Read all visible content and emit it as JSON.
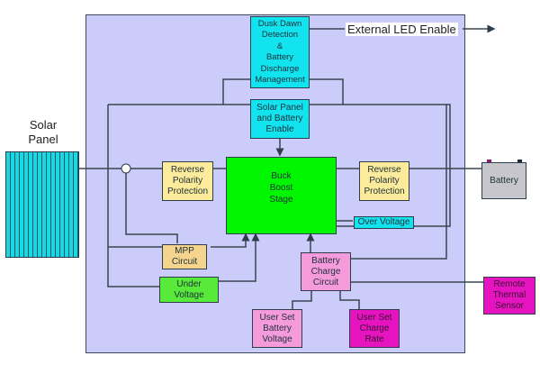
{
  "diagram": {
    "solar_panel": {
      "label": "Solar\nPanel",
      "color": "#18d8e4"
    },
    "external_led": {
      "label": "External LED Enable"
    },
    "blocks": {
      "dusk_dawn": {
        "label": "Dusk Dawn\nDetection\n&\nBattery\nDischarge\nManagement",
        "color": "#11e3ef"
      },
      "solar_enable": {
        "label": "Solar Panel\nand Battery\nEnable",
        "color": "#11e3ef"
      },
      "rpp_left": {
        "label": "Reverse\nPolarity\nProtection",
        "color": "#fbeb9a"
      },
      "buck_boost": {
        "label": "Buck\nBoost\nStage",
        "color": "#00f700"
      },
      "rpp_right": {
        "label": "Reverse\nPolarity\nProtection",
        "color": "#fbeb9a"
      },
      "battery": {
        "label": "Battery",
        "color": "#c6c6cc"
      },
      "over_voltage": {
        "label": "Over Voltage",
        "color": "#11e3ef"
      },
      "mpp": {
        "label": "MPP\nCircuit",
        "color": "#f5d58d"
      },
      "under_voltage": {
        "label": "Under\nVoltage",
        "color": "#58ea3a"
      },
      "charge_circuit": {
        "label": "Battery\nCharge\nCircuit",
        "color": "#f59bdc"
      },
      "user_batt_voltage": {
        "label": "User Set\nBattery\nVoltage",
        "color": "#f59bdc"
      },
      "user_charge_rate": {
        "label": "User Set\nCharge\nRate",
        "color": "#e613c0"
      },
      "thermal": {
        "label": "Remote\nThermal\nSensor",
        "color": "#e613c0"
      }
    }
  }
}
